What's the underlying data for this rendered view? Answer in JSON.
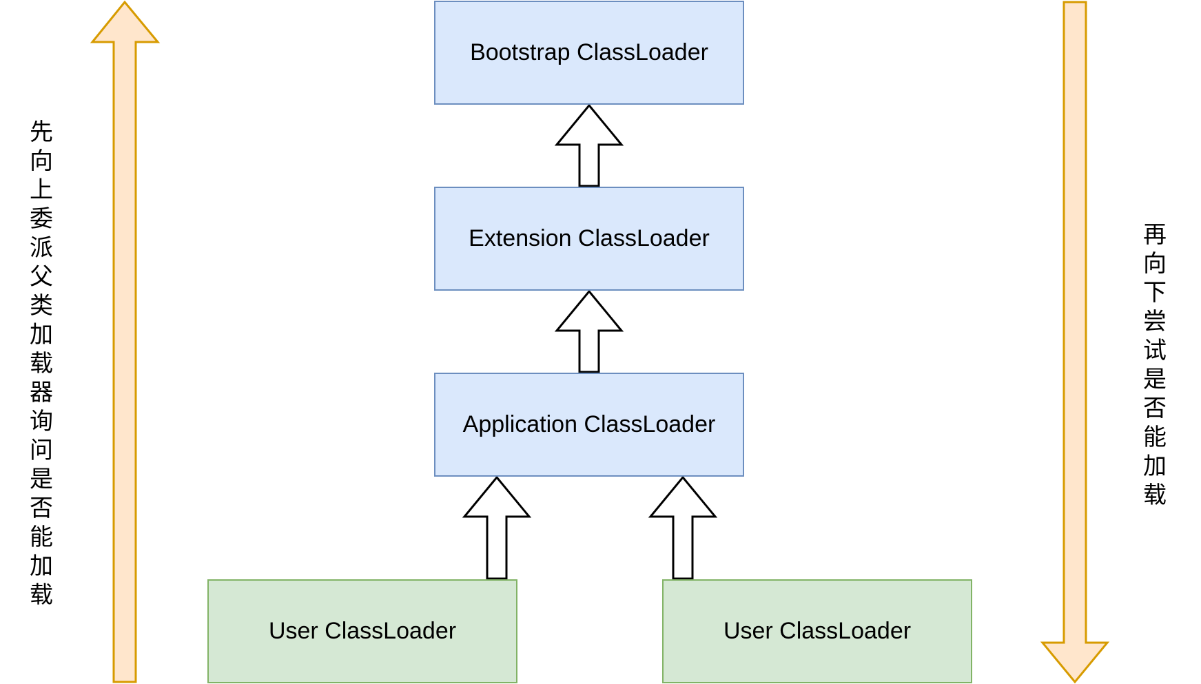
{
  "boxes": {
    "bootstrap": "Bootstrap ClassLoader",
    "extension": "Extension ClassLoader",
    "application": "Application ClassLoader",
    "user_left": "User ClassLoader",
    "user_right": "User ClassLoader"
  },
  "side_labels": {
    "left": "先向上委派父类加载器询问是否能加载",
    "right": "再向下尝试是否能加载"
  },
  "colors": {
    "parent_fill": "#dae8fc",
    "parent_stroke": "#6c8ebf",
    "user_fill": "#d5e8d4",
    "user_stroke": "#82b366",
    "side_arrow_fill": "#ffe6cc",
    "side_arrow_stroke": "#d79b00",
    "inner_arrow_fill": "#ffffff",
    "inner_arrow_stroke": "#000000"
  },
  "icons": {
    "left_arrow": "up-block-arrow-icon",
    "right_arrow": "down-block-arrow-icon"
  }
}
